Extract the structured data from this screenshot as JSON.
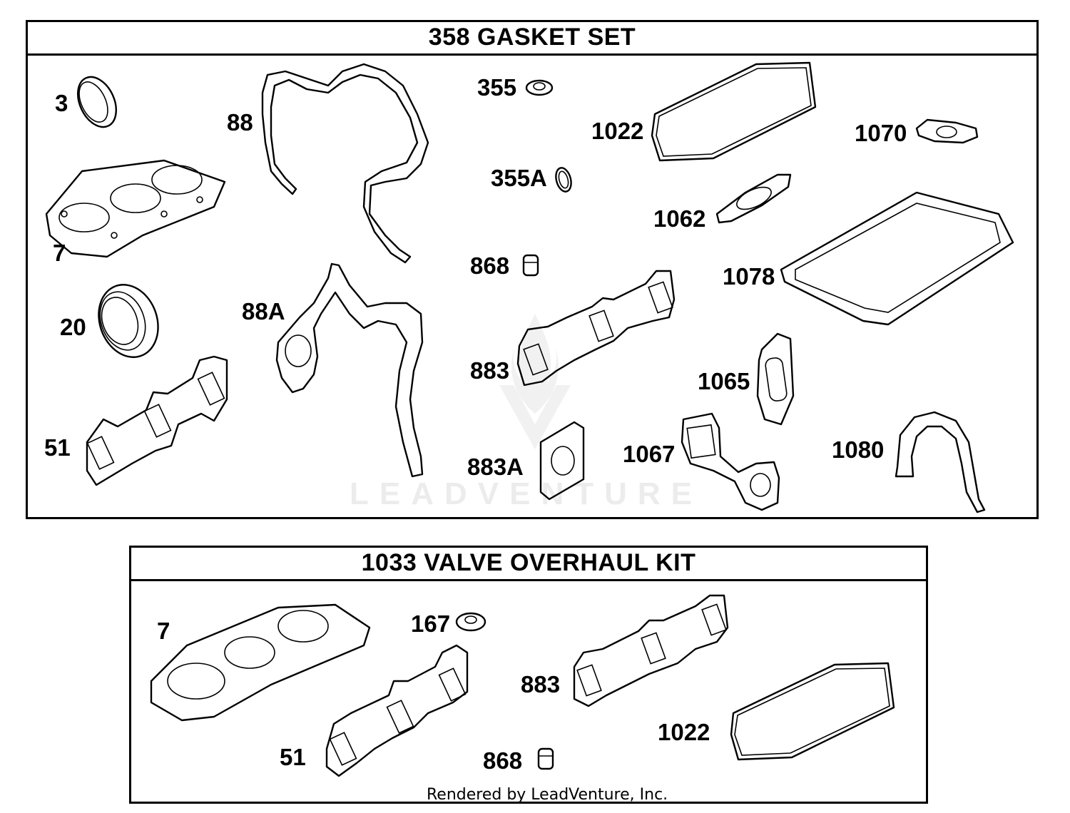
{
  "gasket_set": {
    "title": "358 GASKET SET",
    "labels": [
      "3",
      "88",
      "355",
      "1022",
      "1070",
      "7",
      "355A",
      "1062",
      "868",
      "1078",
      "20",
      "88A",
      "883",
      "1065",
      "51",
      "883A",
      "1067",
      "1080"
    ]
  },
  "valve_kit": {
    "title": "1033 VALVE OVERHAUL KIT",
    "labels": [
      "7",
      "167",
      "883",
      "51",
      "868",
      "1022"
    ]
  },
  "watermark": "LEADVENTURE",
  "credit": "Rendered by LeadVenture, Inc."
}
